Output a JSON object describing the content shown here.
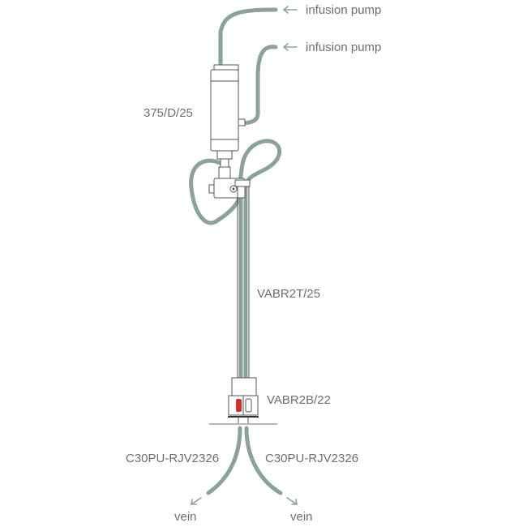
{
  "labels": {
    "pump_top": "infusion pump",
    "pump_second": "infusion pump",
    "syringe": "375/D/25",
    "rod": "VABR2T/25",
    "base": "VABR2B/22",
    "catheter_left": "C30PU-RJV2326",
    "catheter_right": "C30PU-RJV2326",
    "vein_left": "vein",
    "vein_right": "vein"
  },
  "colors": {
    "tubing": "#8aa19d",
    "outline": "#555555",
    "label_text": "#6d6e71",
    "fluid_red": "#d3302a"
  }
}
